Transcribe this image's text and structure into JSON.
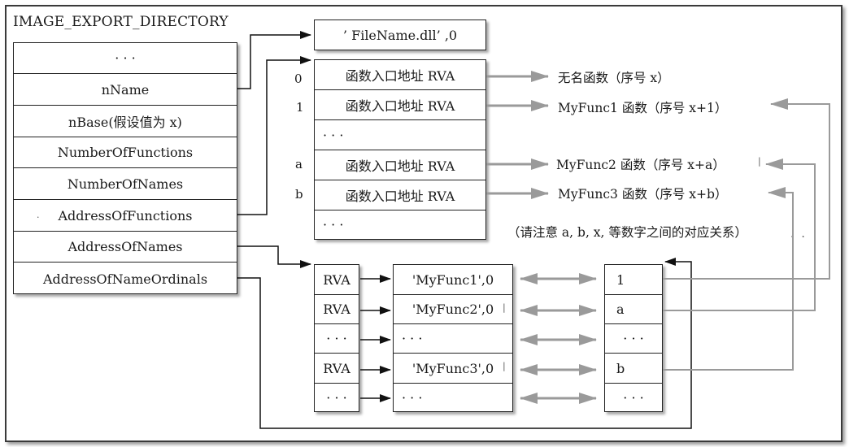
{
  "diagram_title": "IMAGE_EXPORT_DIRECTORY",
  "export_directory_fields": [
    "· · ·",
    "nName",
    "nBase(假设值为 x)",
    "NumberOfFunctions",
    "NumberOfNames",
    "AddressOfFunctions",
    "AddressOfNames",
    "AddressOfNameOrdinals"
  ],
  "filename_box": "’ FileName.dll’ ,0",
  "function_table": {
    "rows": [
      "函数入口地址 RVA",
      "函数入口地址 RVA",
      "· · ·",
      "函数入口地址 RVA",
      "函数入口地址 RVA",
      "· · ·"
    ],
    "indices": [
      "0",
      "1",
      "",
      "a",
      "b",
      ""
    ]
  },
  "function_labels": [
    "无名函数（序号 x）",
    "MyFunc1 函数（序号 x+1）",
    "MyFunc2 函数（序号 x+a）",
    "MyFunc3 函数（序号 x+b）"
  ],
  "note": "（请注意 a, b, x, 等数字之间的对应关系）",
  "name_pointer_table": [
    "RVA",
    "RVA",
    "· · ·",
    "RVA",
    "· · ·"
  ],
  "name_strings": [
    "'MyFunc1',0",
    "'MyFunc2',0",
    "· · ·",
    "'MyFunc3',0",
    "· · ·"
  ],
  "ordinals": [
    "1",
    "a",
    "· · ·",
    "b",
    "· · ·"
  ],
  "colors": {
    "line": "#111111",
    "gray_arrow": "#9a9a9a",
    "frame": "#3a3a3a"
  }
}
